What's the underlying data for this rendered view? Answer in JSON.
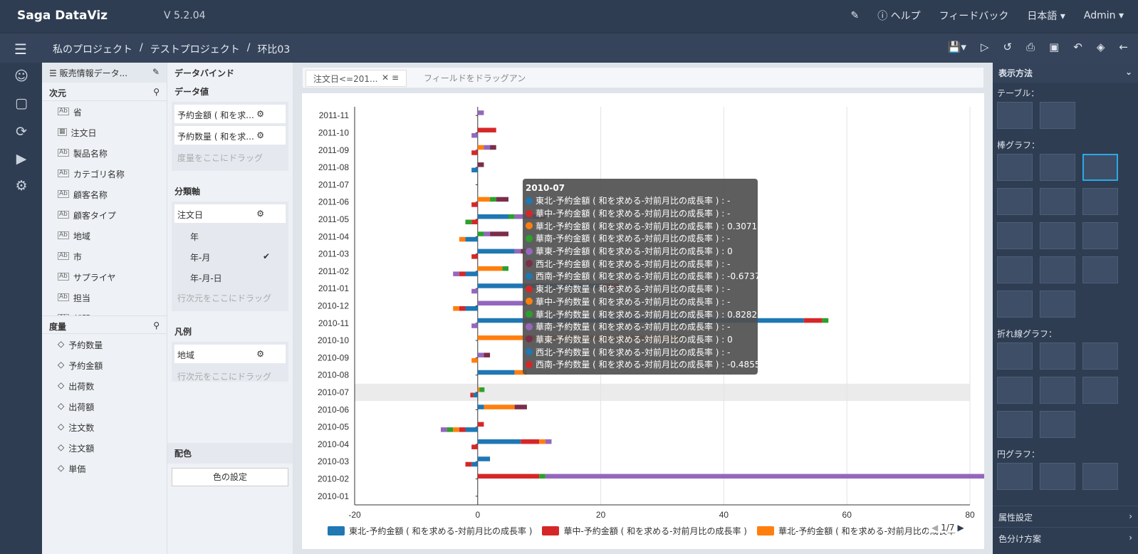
{
  "app": {
    "logo": "Saga DataViz",
    "version": "V 5.2.04"
  },
  "topnav": {
    "help": "ヘルプ",
    "feedback": "フィードバック",
    "language": "日本語",
    "user": "Admin"
  },
  "breadcrumb": [
    "私のプロジェクト",
    "テストプロジェクト",
    "环比03"
  ],
  "dataset": {
    "name": "販売情報データ...",
    "dimension_title": "次元",
    "dimensions": [
      "省",
      "注文日",
      "製品名称",
      "カテゴリ名称",
      "顧客名称",
      "顧客タイプ",
      "地域",
      "市",
      "サプライヤ",
      "担当",
      "部門"
    ],
    "measure_title": "度量",
    "measures": [
      "予約数量",
      "予約金額",
      "出荷数",
      "出荷額",
      "注文数",
      "注文額",
      "単価"
    ]
  },
  "binding": {
    "title": "データバインド",
    "values_title": "データ値",
    "values": [
      "予約金額 ( 和を求...",
      "予約数量 ( 和を求..."
    ],
    "values_hint": "度量をここにドラッグ",
    "axis_title": "分類軸",
    "axis_field": "注文日",
    "axis_options": [
      "年",
      "年-月",
      "年-月-日"
    ],
    "axis_selected": "年-月",
    "axis_hint": "行次元をここにドラッグ",
    "legend_title": "凡例",
    "legend_field": "地域",
    "legend_hint": "行次元をここにドラッグ",
    "color_title": "配色",
    "color_button": "色の設定"
  },
  "filter": {
    "chip": "注文日<=201...",
    "dropzone": "フィールドをドラッグアン"
  },
  "tooltip": {
    "title": "2010-07",
    "rows": [
      {
        "color": "#1f77b4",
        "label": "東北-予約金額 ( 和を求める-対前月比の成長率 ) : -"
      },
      {
        "color": "#d62728",
        "label": "華中-予約金額 ( 和を求める-対前月比の成長率 ) : -"
      },
      {
        "color": "#ff7f0e",
        "label": "華北-予約金額 ( 和を求める-対前月比の成長率 ) : 0.3071"
      },
      {
        "color": "#2ca02c",
        "label": "華南-予約金額 ( 和を求める-対前月比の成長率 ) : -"
      },
      {
        "color": "#9467bd",
        "label": "華東-予約金額 ( 和を求める-対前月比の成長率 ) : 0"
      },
      {
        "color": "#7b2d4b",
        "label": "西北-予約金額 ( 和を求める-対前月比の成長率 ) : -"
      },
      {
        "color": "#1f77b4",
        "label": "西南-予約金額 ( 和を求める-対前月比の成長率 ) : -0.6737"
      },
      {
        "color": "#d62728",
        "label": "東北-予約数量 ( 和を求める-対前月比の成長率 ) : -"
      },
      {
        "color": "#ff7f0e",
        "label": "華中-予約数量 ( 和を求める-対前月比の成長率 ) : -"
      },
      {
        "color": "#2ca02c",
        "label": "華北-予約数量 ( 和を求める-対前月比の成長率 ) : 0.8282"
      },
      {
        "color": "#9467bd",
        "label": "華南-予約数量 ( 和を求める-対前月比の成長率 ) : -"
      },
      {
        "color": "#7b2d4b",
        "label": "華東-予約数量 ( 和を求める-対前月比の成長率 ) : 0"
      },
      {
        "color": "#1f77b4",
        "label": "西北-予約数量 ( 和を求める-対前月比の成長率 ) : -"
      },
      {
        "color": "#d62728",
        "label": "西南-予約数量 ( 和を求める-対前月比の成長率 ) : -0.4855"
      }
    ]
  },
  "legend": {
    "items": [
      {
        "color": "#1f77b4",
        "label": "東北-予約金額 ( 和を求める-対前月比の成長率 )"
      },
      {
        "color": "#d62728",
        "label": "華中-予約金額 ( 和を求める-対前月比の成長率 )"
      },
      {
        "color": "#ff7f0e",
        "label": "華北-予約金額 ( 和を求める-対前月比の成長率"
      }
    ],
    "page": "1/7"
  },
  "rightpanel": {
    "title": "表示方法",
    "table_section": "テーブル：",
    "bar_section": "棒グラフ：",
    "line_section": "折れ線グラフ：",
    "pie_section": "円グラフ：",
    "attr": "属性設定",
    "color_scheme": "色分け方案"
  },
  "chart_data": {
    "type": "bar",
    "orientation": "horizontal",
    "stacked": true,
    "categories": [
      "2011-11",
      "2011-10",
      "2011-09",
      "2011-08",
      "2011-07",
      "2011-06",
      "2011-05",
      "2011-04",
      "2011-03",
      "2011-02",
      "2011-01",
      "2010-12",
      "2010-11",
      "2010-10",
      "2010-09",
      "2010-08",
      "2010-07",
      "2010-06",
      "2010-05",
      "2010-04",
      "2010-03",
      "2010-02",
      "2010-01"
    ],
    "xlim": [
      -20,
      80
    ],
    "xticks": [
      "-20",
      "0",
      "20",
      "40",
      "60",
      "80"
    ],
    "highlight": "2010-07",
    "colors": [
      "#1f77b4",
      "#d62728",
      "#ff7f0e",
      "#2ca02c",
      "#9467bd",
      "#7b2d4b"
    ],
    "series": [
      {
        "values": [
          0,
          0,
          0,
          0,
          0,
          0,
          5,
          0,
          6,
          0,
          20,
          0,
          53,
          0,
          0,
          6,
          0,
          1,
          0,
          7,
          2,
          0,
          0
        ]
      },
      {
        "values": [
          0,
          3,
          0,
          0,
          0,
          0,
          0,
          0,
          0,
          0,
          3,
          0,
          3,
          0,
          0,
          0,
          0,
          0,
          1,
          3,
          0,
          10,
          0
        ]
      },
      {
        "values": [
          0,
          0,
          1,
          0,
          0,
          2,
          0,
          0,
          0,
          4,
          0,
          0,
          0,
          33,
          0,
          2,
          0.3,
          5,
          0,
          1,
          0,
          0,
          0
        ]
      },
      {
        "values": [
          0,
          0,
          0,
          0,
          0,
          1,
          1,
          1,
          0,
          1,
          0,
          0,
          1,
          1,
          0,
          0,
          0.8,
          0,
          0,
          0,
          0,
          1,
          0
        ]
      },
      {
        "values": [
          1,
          0,
          1,
          0,
          0,
          0,
          3,
          1,
          1,
          0,
          0,
          8,
          0,
          0,
          1,
          0,
          0,
          0,
          0,
          1,
          0,
          76,
          0
        ]
      },
      {
        "values": [
          0,
          0,
          1,
          1,
          0,
          2,
          2,
          3,
          1,
          0,
          0,
          0,
          0,
          0,
          1,
          0,
          0,
          2,
          0,
          0,
          0,
          0,
          0
        ]
      }
    ],
    "neg_series": [
      {
        "values": [
          0,
          0,
          0,
          -1,
          0,
          0,
          0,
          -2,
          0,
          -2,
          0,
          -2,
          0,
          0,
          0,
          0,
          -0.7,
          0,
          -2,
          0,
          -1,
          0,
          0
        ]
      },
      {
        "values": [
          0,
          0,
          -1,
          0,
          0,
          -1,
          -1,
          0,
          -1,
          -1,
          0,
          -1,
          0,
          0,
          0,
          0,
          -0.5,
          0,
          -1,
          -1,
          -1,
          0,
          0
        ]
      },
      {
        "values": [
          0,
          0,
          0,
          0,
          0,
          0,
          0,
          -1,
          0,
          0,
          0,
          -1,
          0,
          0,
          -1,
          0,
          0,
          0,
          -1,
          0,
          0,
          0,
          0
        ]
      },
      {
        "values": [
          0,
          0,
          0,
          0,
          0,
          0,
          -1,
          0,
          0,
          0,
          0,
          0,
          0,
          0,
          0,
          0,
          0,
          0,
          -1,
          0,
          0,
          0,
          0
        ]
      },
      {
        "values": [
          0,
          -1,
          0,
          0,
          0,
          0,
          0,
          0,
          0,
          -1,
          -1,
          0,
          -1,
          0,
          0,
          0,
          0,
          0,
          -1,
          0,
          0,
          0,
          0
        ]
      },
      {
        "values": [
          0,
          0,
          0,
          0,
          0,
          0,
          0,
          0,
          0,
          0,
          0,
          0,
          0,
          0,
          0,
          0,
          0,
          0,
          0,
          0,
          0,
          0,
          0
        ]
      }
    ]
  }
}
